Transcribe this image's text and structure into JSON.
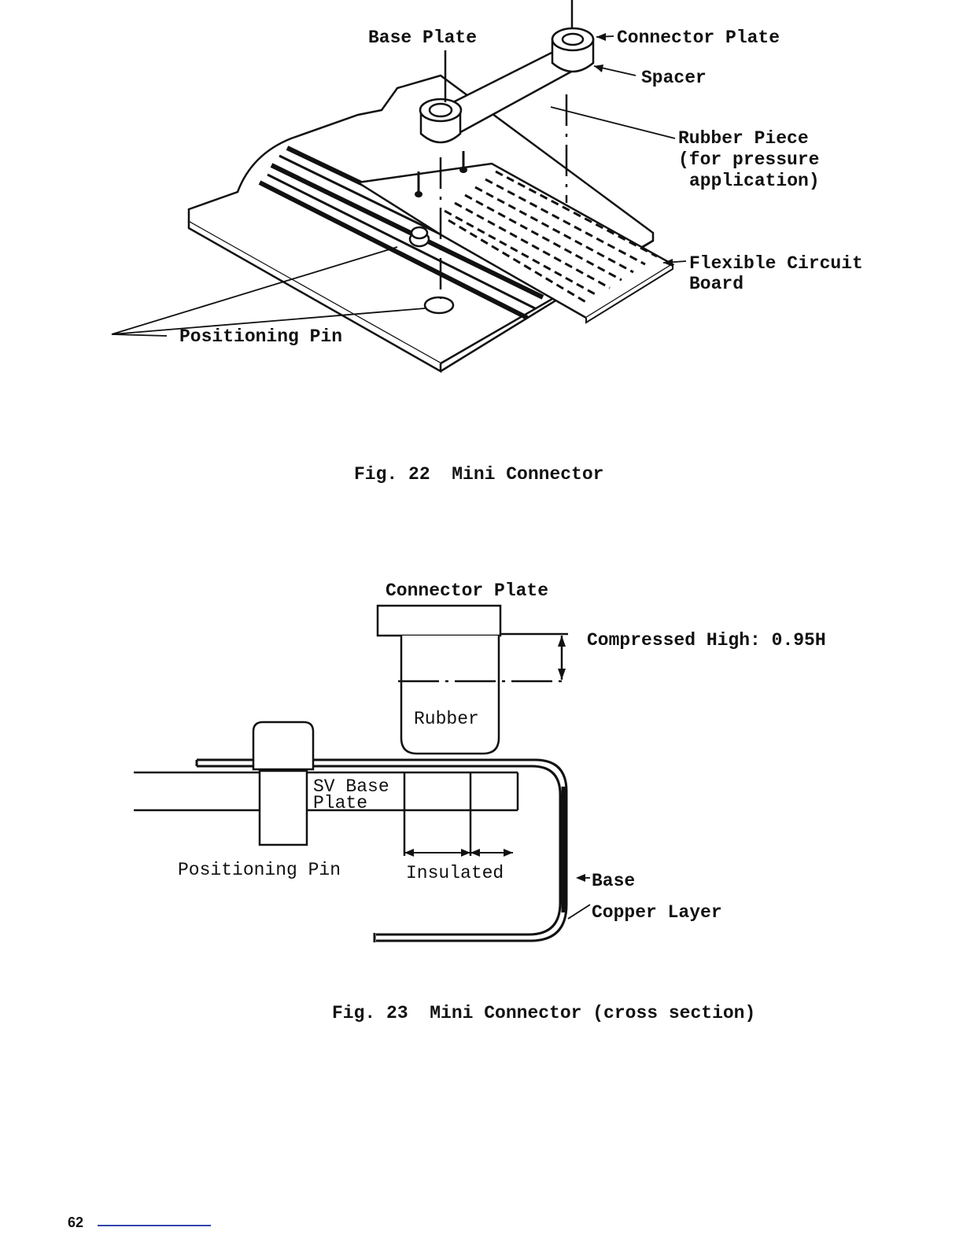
{
  "figure22": {
    "labels": {
      "base_plate": "Base Plate",
      "connector_plate": "Connector Plate",
      "spacer": "Spacer",
      "rubber_piece_1": "Rubber Piece",
      "rubber_piece_2": "(for pressure",
      "rubber_piece_3": "application)",
      "flexible_1": "Flexible Circuit",
      "flexible_2": "Board",
      "positioning_pin": "Positioning Pin"
    },
    "caption": "Fig. 22  Mini Connector"
  },
  "figure23": {
    "labels": {
      "connector_plate": "Connector Plate",
      "compressed": "Compressed High: 0.95H",
      "rubber": "Rubber",
      "sv_base_1": "SV Base",
      "sv_base_2": "Plate",
      "positioning_pin": "Positioning Pin",
      "insulated": "Insulated",
      "base": "Base",
      "copper_layer": "Copper Layer"
    },
    "caption": "Fig. 23  Mini Connector (cross section)"
  },
  "page": {
    "number": "62"
  }
}
